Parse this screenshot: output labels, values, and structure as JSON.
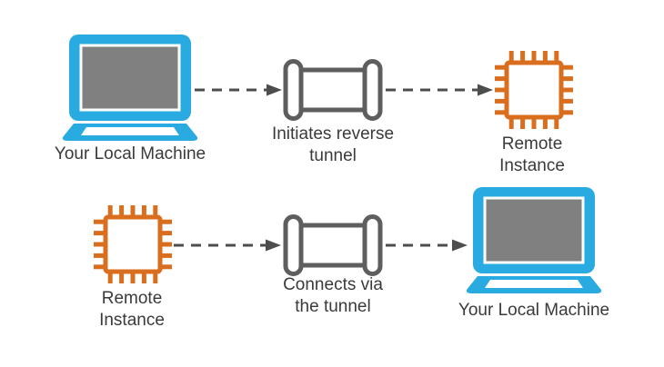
{
  "diagram": {
    "title": "",
    "colors": {
      "laptop_blue": "#29abe2",
      "screen_gray": "#808080",
      "chip_orange": "#d96e1e",
      "tunnel_gray": "#5e5e5e",
      "arrow_gray": "#4d4d4d",
      "text_gray": "#3a3a3a"
    },
    "rows": [
      {
        "nodes": [
          {
            "type": "laptop",
            "icon": "laptop-icon",
            "label": "Your Local Machine"
          },
          {
            "type": "tunnel",
            "icon": "tunnel-icon",
            "label": "Initiates reverse tunnel"
          },
          {
            "type": "chip",
            "icon": "chip-icon",
            "label": "Remote Instance"
          }
        ],
        "connectors": [
          {
            "style": "dashed-arrow",
            "from": "laptop",
            "to": "tunnel"
          },
          {
            "style": "dashed-arrow",
            "from": "tunnel",
            "to": "chip"
          }
        ]
      },
      {
        "nodes": [
          {
            "type": "chip",
            "icon": "chip-icon",
            "label": "Remote Instance"
          },
          {
            "type": "tunnel",
            "icon": "tunnel-icon",
            "label": "Connects via the tunnel"
          },
          {
            "type": "laptop",
            "icon": "laptop-icon",
            "label": "Your Local Machine"
          }
        ],
        "connectors": [
          {
            "style": "dashed-arrow",
            "from": "chip",
            "to": "tunnel"
          },
          {
            "style": "dashed-arrow",
            "from": "tunnel",
            "to": "laptop"
          }
        ]
      }
    ]
  }
}
